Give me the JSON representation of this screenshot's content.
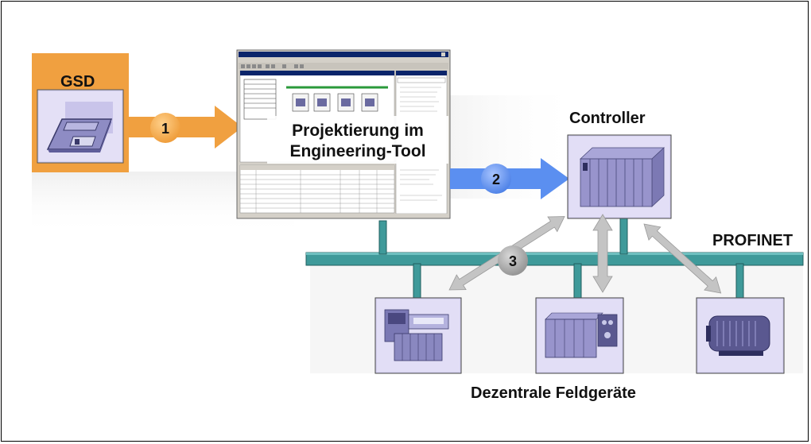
{
  "gsd": {
    "label": "GSD"
  },
  "steps": {
    "s1": "1",
    "s2": "2",
    "s3": "3"
  },
  "engineering": {
    "title_line1": "Projektierung im",
    "title_line2": "Engineering-Tool"
  },
  "controller": {
    "label": "Controller"
  },
  "network": {
    "label": "PROFINET"
  },
  "devices": {
    "label": "Dezentrale Feldgeräte"
  },
  "colors": {
    "gsd_orange": "#f0a040",
    "step_orange": "#f0a040",
    "step_blue": "#5b8ff0",
    "step_gray": "#a6a6a6",
    "bus_teal": "#3f9a9a",
    "device_bg": "#dcd8f0",
    "arrow_gray": "#c4c4c4"
  },
  "icons": {
    "gsd": "floppy-disk-icon",
    "controller": "plc-rack-icon",
    "device1": "io-module-icon",
    "device2": "distributed-io-icon",
    "device3": "motor-icon"
  }
}
